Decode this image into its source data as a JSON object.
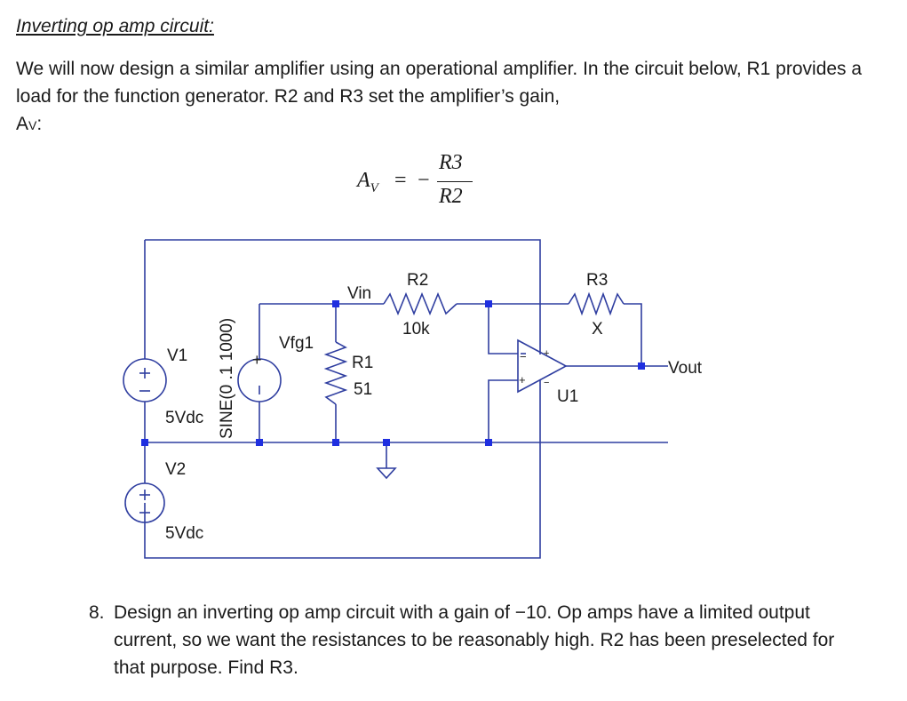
{
  "heading": "Inverting op amp circuit:",
  "intro": {
    "text": "We will now design a similar amplifier using an operational amplifier. In the circuit below, R1 provides a load for the function generator. R2 and R3 set the amplifier’s gain,",
    "gain_symbol": "A",
    "gain_subscript": "V",
    "colon": ":"
  },
  "formula": {
    "lhs": "A",
    "lhs_sub": "V",
    "equals": "=",
    "minus": "−",
    "numerator": "R3",
    "denominator": "R2"
  },
  "circuit": {
    "v1_name": "V1",
    "v1_value": "5Vdc",
    "v2_name": "V2",
    "v2_value": "5Vdc",
    "vfg_value": "SINE(0 .1 1000)",
    "vfg_name": "Vfg1",
    "vin_label": "Vin",
    "r1_name": "R1",
    "r1_value": "51",
    "r2_name": "R2",
    "r2_value": "10k",
    "r3_name": "R3",
    "r3_value": "X",
    "u1_name": "U1",
    "vout_label": "Vout",
    "plus_sign": "+",
    "minus_sign": "−",
    "wire_color": "#2f3ea0",
    "node_color": "#1f2fe0"
  },
  "question": {
    "number": "8.",
    "text": "Design an inverting op amp circuit with a gain of −10. Op amps have a limited output current, so we want the resistances to be reasonably high. R2 has been preselected for that purpose. Find R3."
  }
}
